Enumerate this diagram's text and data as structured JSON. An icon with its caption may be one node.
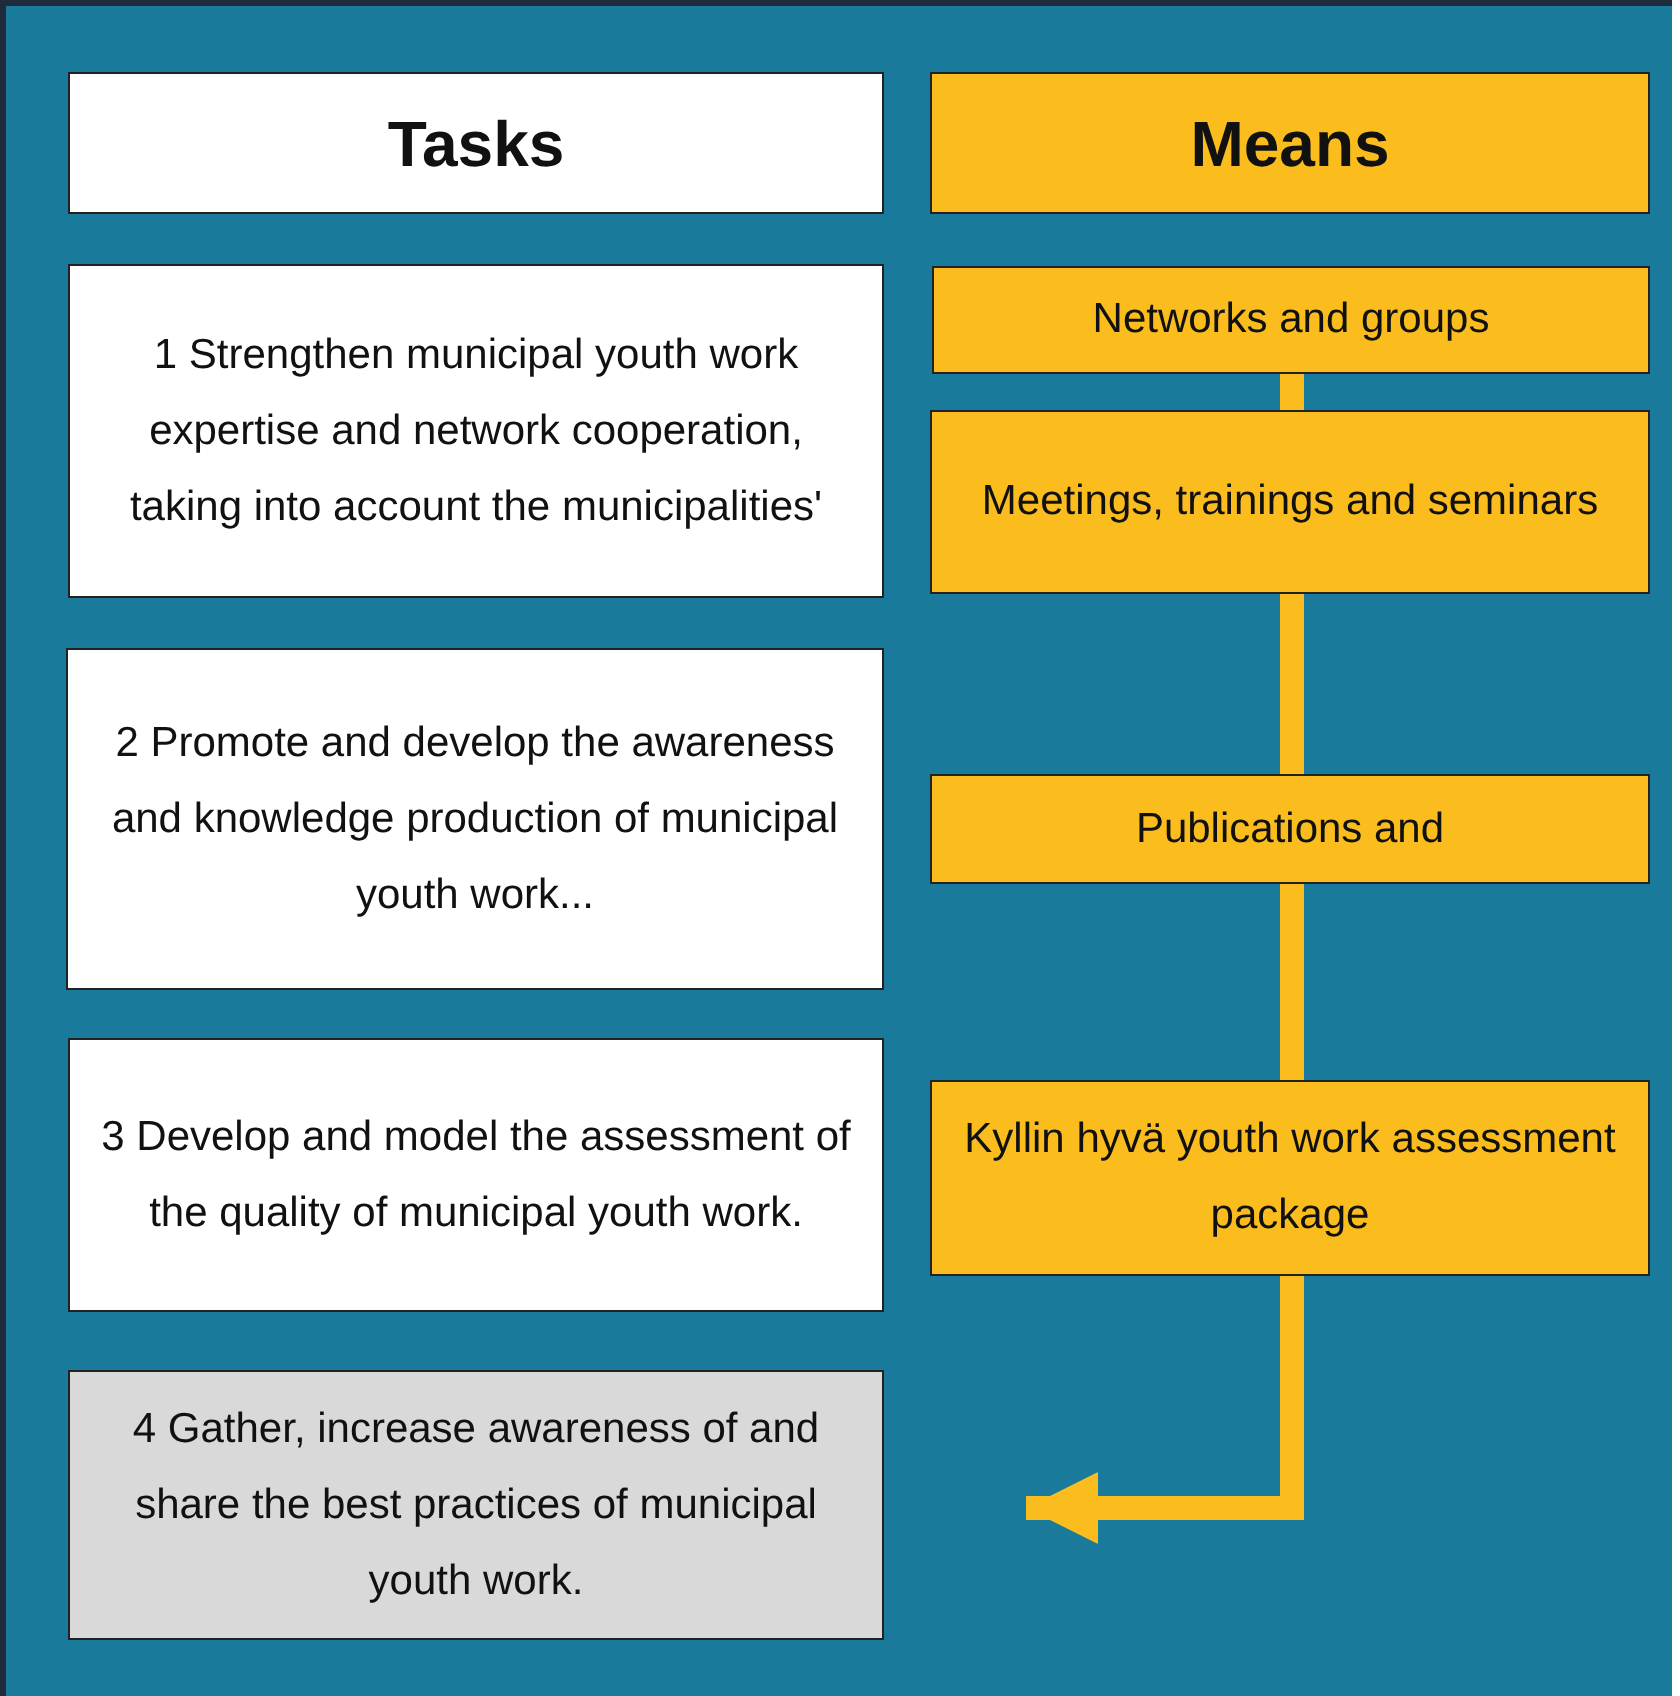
{
  "diagram": {
    "nodes": [
      {
        "text": [
          "Tasks"
        ]
      },
      {
        "text": [
          "Means"
        ]
      },
      {
        "text": [
          "1 Strengthen municipal youth work expertise and network cooperation, taking into account the municipalities'"
        ]
      },
      {
        "text": [
          "Networks and groups"
        ]
      },
      {
        "text": [
          "Meetings, trainings and seminars"
        ]
      },
      {
        "text": [
          "2 Promote and develop the awareness and knowledge production of municipal youth work..."
        ]
      },
      {
        "text": [
          "Publications and"
        ]
      },
      {
        "text": [
          "3 Develop and model the assessment of the quality of municipal youth work."
        ]
      },
      {
        "text": [
          "Kyllin hyvä youth work assessment package"
        ]
      },
      {
        "text": [
          "4 Gather, increase awareness of and share the best practices of municipal youth work."
        ]
      }
    ],
    "edges": [
      {
        "from": 3,
        "to": 4,
        "arrow": "none"
      },
      {
        "from": 4,
        "to": 6,
        "arrow": "none"
      },
      {
        "from": 6,
        "to": 8,
        "arrow": "none"
      },
      {
        "from": 8,
        "to": 9,
        "arrow": "to"
      }
    ]
  }
}
